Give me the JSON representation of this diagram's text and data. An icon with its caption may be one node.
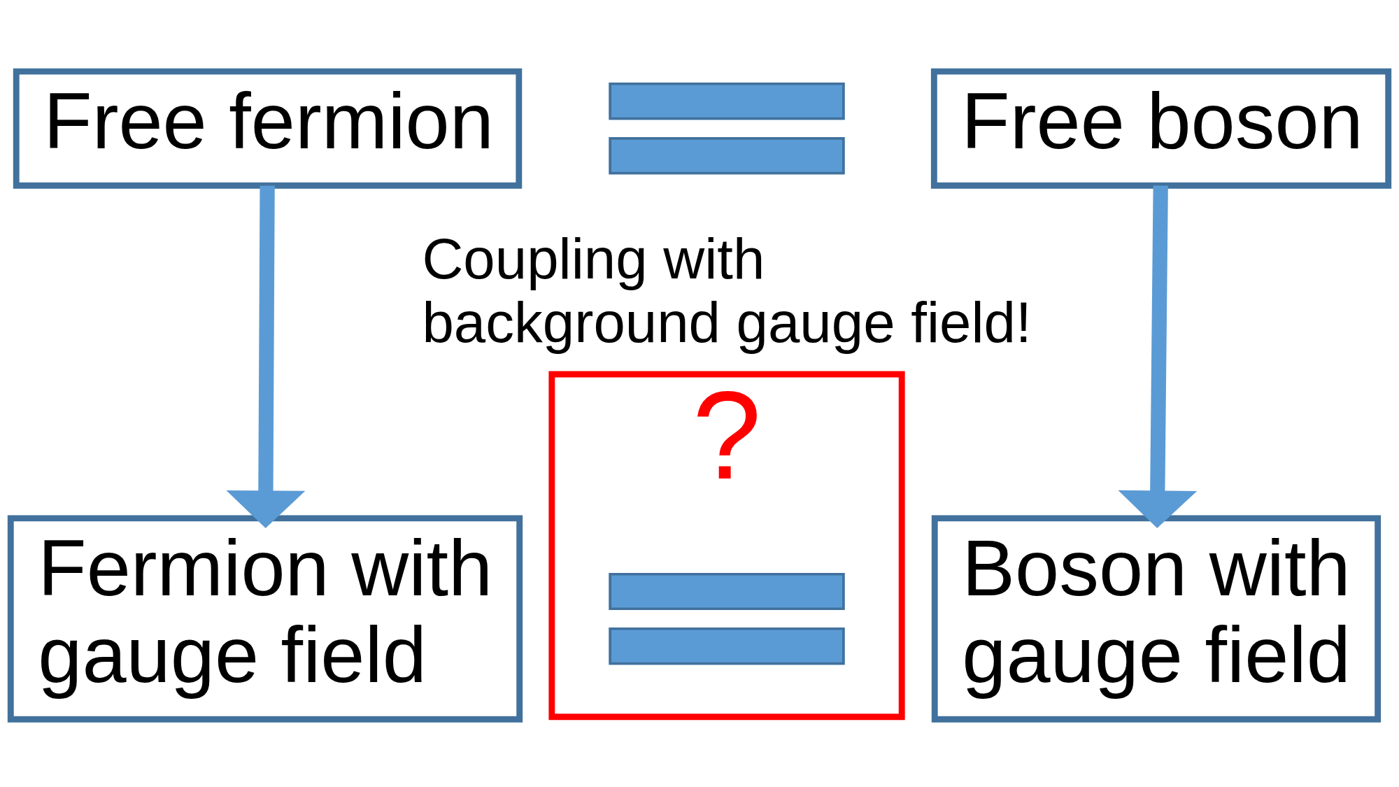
{
  "diagram": {
    "nodes": [
      {
        "text": [
          "Free fermion"
        ]
      },
      {
        "text": [],
        "shape": "equals"
      },
      {
        "text": [
          "Free boson"
        ]
      },
      {
        "text": [
          "Fermion with gauge field"
        ]
      },
      {
        "text": [
          "?"
        ]
      },
      {
        "text": [],
        "shape": "equals",
        "in": 4
      },
      {
        "text": [
          "Boson with gauge field"
        ]
      }
    ],
    "edges": [
      {
        "from": 0,
        "to": 3,
        "arrow": "to"
      },
      {
        "from": 2,
        "to": 6,
        "arrow": "to"
      }
    ],
    "labels": [
      "Coupling with background gauge field!"
    ]
  }
}
